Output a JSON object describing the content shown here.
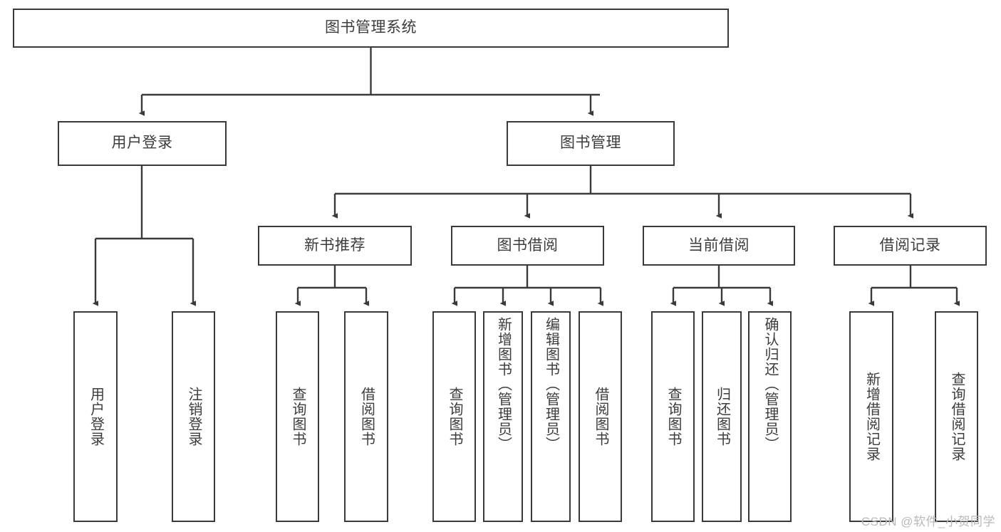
{
  "diagram": {
    "type": "hierarchy-tree",
    "title": "图书管理系统",
    "root": {
      "label": "图书管理系统",
      "id": "root"
    },
    "level2": [
      {
        "id": "user-login",
        "label": "用户登录"
      },
      {
        "id": "book-management",
        "label": "图书管理"
      }
    ],
    "level3": [
      {
        "id": "new-book-recommend",
        "label": "新书推荐",
        "parent": "book-management"
      },
      {
        "id": "book-borrow",
        "label": "图书借阅",
        "parent": "book-management"
      },
      {
        "id": "current-borrow",
        "label": "当前借阅",
        "parent": "book-management"
      },
      {
        "id": "borrow-record",
        "label": "借阅记录",
        "parent": "book-management"
      }
    ],
    "leaves": {
      "user-login": [
        {
          "id": "leaf-user-login",
          "label": "用户登录"
        },
        {
          "id": "leaf-logout-login",
          "label": "注销登录"
        }
      ],
      "new-book-recommend": [
        {
          "id": "leaf-query-book-1",
          "label": "查询图书"
        },
        {
          "id": "leaf-borrow-book-1",
          "label": "借阅图书"
        }
      ],
      "book-borrow": [
        {
          "id": "leaf-query-book-2",
          "label": "查询图书"
        },
        {
          "id": "leaf-add-book-admin",
          "label": "新增图书（管理员）"
        },
        {
          "id": "leaf-edit-book-admin",
          "label": "编辑图书（管理员）"
        },
        {
          "id": "leaf-borrow-book-2",
          "label": "借阅图书"
        }
      ],
      "current-borrow": [
        {
          "id": "leaf-query-book-3",
          "label": "查询图书"
        },
        {
          "id": "leaf-return-book",
          "label": "归还图书"
        },
        {
          "id": "leaf-confirm-return-admin",
          "label": "确认归还（管理员）"
        }
      ],
      "borrow-record": [
        {
          "id": "leaf-add-borrow-record",
          "label": "新增借阅记录"
        },
        {
          "id": "leaf-query-borrow-record",
          "label": "查询借阅记录"
        }
      ]
    },
    "watermark": "CSDN @软件_小贺同学",
    "colors": {
      "box_border": "#3a3a3a",
      "box_fill": "#ffffff",
      "text": "#3c3c3c",
      "connector": "#3a3a3a",
      "watermark": "#b9b9b9",
      "background": "#ffffff"
    }
  }
}
